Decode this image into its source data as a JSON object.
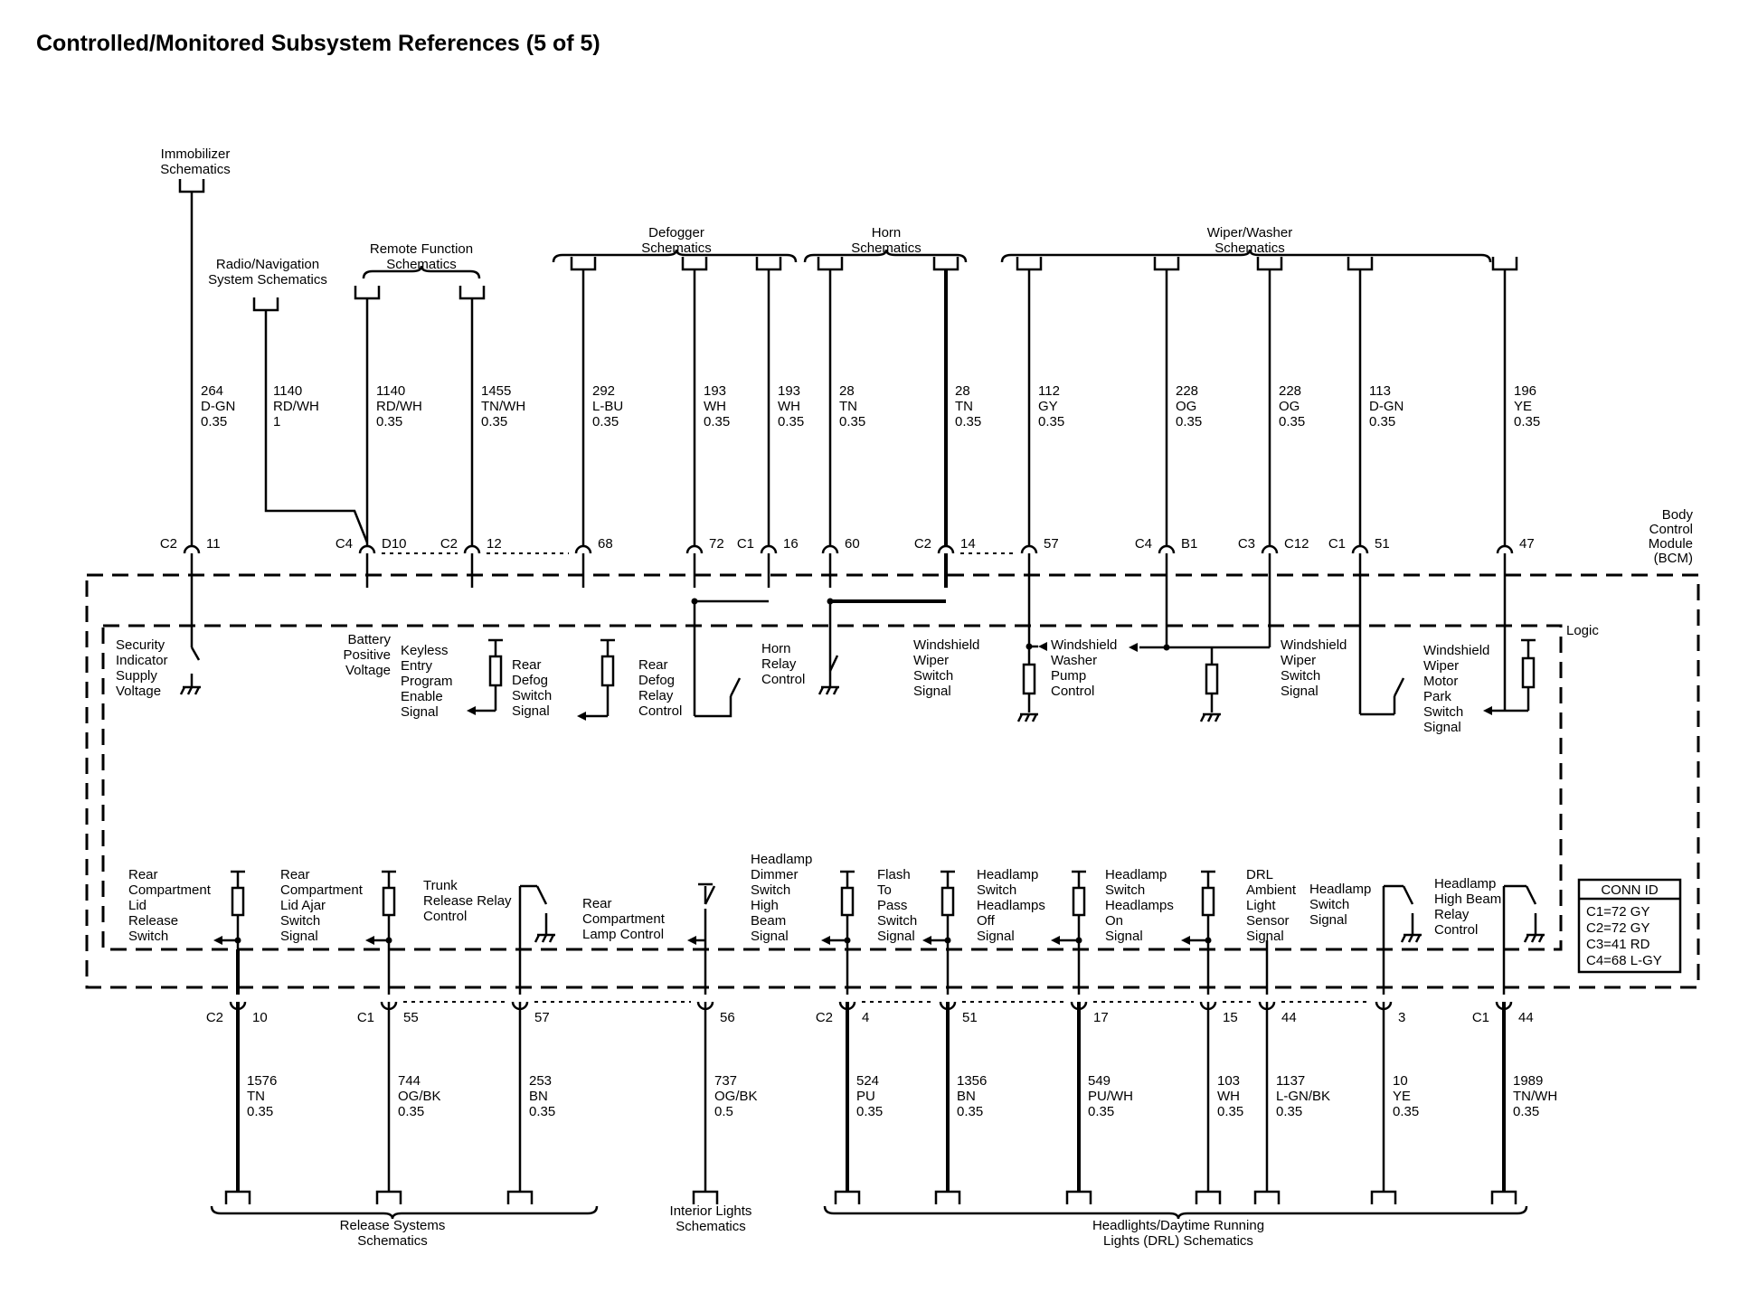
{
  "title": "Controlled/Monitored Subsystem References (5 of 5)",
  "module_label": [
    "Body",
    "Control",
    "Module",
    "(BCM)"
  ],
  "logic_label": "Logic",
  "conn_id": {
    "title": "CONN ID",
    "rows": [
      "C1=72 GY",
      "C2=72 GY",
      "C3=41 RD",
      "C4=68 L-GY"
    ]
  },
  "top_refs": [
    {
      "lines": [
        "Immobilizer",
        "Schematics"
      ]
    },
    {
      "lines": [
        "Radio/Navigation",
        "System Schematics"
      ]
    },
    {
      "lines": [
        "Remote Function",
        "Schematics"
      ]
    },
    {
      "lines": [
        "Defogger",
        "Schematics"
      ]
    },
    {
      "lines": [
        "Horn",
        "Schematics"
      ]
    },
    {
      "lines": [
        "Wiper/Washer",
        "Schematics"
      ]
    }
  ],
  "bottom_refs": [
    {
      "lines": [
        "Release Systems",
        "Schematics"
      ]
    },
    {
      "lines": [
        "Interior Lights",
        "Schematics"
      ]
    },
    {
      "lines": [
        "Headlights/Daytime Running",
        "Lights (DRL) Schematics"
      ]
    }
  ],
  "top_wires": [
    {
      "circuit": [
        "264",
        "D-GN",
        "0.35"
      ],
      "conn": "C2",
      "pin": "11"
    },
    {
      "circuit": [
        "1140",
        "RD/WH",
        "1"
      ],
      "conn": "",
      "pin": ""
    },
    {
      "circuit": [
        "1140",
        "RD/WH",
        "0.35"
      ],
      "conn": "C4",
      "pin": "D10"
    },
    {
      "circuit": [
        "1455",
        "TN/WH",
        "0.35"
      ],
      "conn": "C2",
      "pin": "12"
    },
    {
      "circuit": [
        "292",
        "L-BU",
        "0.35"
      ],
      "conn": "",
      "pin": "68"
    },
    {
      "circuit": [
        "193",
        "WH",
        "0.35"
      ],
      "conn": "",
      "pin": "72"
    },
    {
      "circuit": [
        "193",
        "WH",
        "0.35"
      ],
      "conn": "C1",
      "pin": "16"
    },
    {
      "circuit": [
        "28",
        "TN",
        "0.35"
      ],
      "conn": "",
      "pin": "60"
    },
    {
      "circuit": [
        "28",
        "TN",
        "0.35"
      ],
      "conn": "C2",
      "pin": "14"
    },
    {
      "circuit": [
        "112",
        "GY",
        "0.35"
      ],
      "conn": "",
      "pin": "57"
    },
    {
      "circuit": [
        "228",
        "OG",
        "0.35"
      ],
      "conn": "C4",
      "pin": "B1"
    },
    {
      "circuit": [
        "228",
        "OG",
        "0.35"
      ],
      "conn": "C3",
      "pin": "C12"
    },
    {
      "circuit": [
        "113",
        "D-GN",
        "0.35"
      ],
      "conn": "C1",
      "pin": "51"
    },
    {
      "circuit": [
        "196",
        "YE",
        "0.35"
      ],
      "conn": "",
      "pin": "47"
    }
  ],
  "bottom_wires": [
    {
      "circuit": [
        "1576",
        "TN",
        "0.35"
      ],
      "conn": "C2",
      "pin": "10"
    },
    {
      "circuit": [
        "744",
        "OG/BK",
        "0.35"
      ],
      "conn": "C1",
      "pin": "55"
    },
    {
      "circuit": [
        "253",
        "BN",
        "0.35"
      ],
      "conn": "",
      "pin": "57"
    },
    {
      "circuit": [
        "737",
        "OG/BK",
        "0.5"
      ],
      "conn": "",
      "pin": "56"
    },
    {
      "circuit": [
        "524",
        "PU",
        "0.35"
      ],
      "conn": "C2",
      "pin": "4"
    },
    {
      "circuit": [
        "1356",
        "BN",
        "0.35"
      ],
      "conn": "",
      "pin": "51"
    },
    {
      "circuit": [
        "549",
        "PU/WH",
        "0.35"
      ],
      "conn": "",
      "pin": "17"
    },
    {
      "circuit": [
        "103",
        "WH",
        "0.35"
      ],
      "conn": "",
      "pin": "15"
    },
    {
      "circuit": [
        "1137",
        "L-GN/BK",
        "0.35"
      ],
      "conn": "",
      "pin": "44"
    },
    {
      "circuit": [
        "10",
        "YE",
        "0.35"
      ],
      "conn": "",
      "pin": "3"
    },
    {
      "circuit": [
        "1989",
        "TN/WH",
        "0.35"
      ],
      "conn": "C1",
      "pin": "44"
    }
  ],
  "top_functions": [
    {
      "lines": [
        "Security",
        "Indicator",
        "Supply",
        "Voltage"
      ]
    },
    {
      "lines": [
        "Battery",
        "Positive",
        "Voltage"
      ]
    },
    {
      "lines": [
        "Keyless",
        "Entry",
        "Program",
        "Enable",
        "Signal"
      ]
    },
    {
      "lines": [
        "Rear",
        "Defog",
        "Switch",
        "Signal"
      ]
    },
    {
      "lines": [
        "Rear",
        "Defog",
        "Relay",
        "Control"
      ]
    },
    {
      "lines": [
        "Horn",
        "Relay",
        "Control"
      ]
    },
    {
      "lines": [
        "Windshield",
        "Wiper",
        "Switch",
        "Signal"
      ]
    },
    {
      "lines": [
        "Windshield",
        "Washer",
        "Pump",
        "Control"
      ]
    },
    {
      "lines": [
        "Windshield",
        "Wiper",
        "Switch",
        "Signal"
      ]
    },
    {
      "lines": [
        "Windshield",
        "Wiper",
        "Motor",
        "Park",
        "Switch",
        "Signal"
      ]
    }
  ],
  "bottom_functions": [
    {
      "lines": [
        "Rear",
        "Compartment",
        "Lid",
        "Release",
        "Switch"
      ]
    },
    {
      "lines": [
        "Rear",
        "Compartment",
        "Lid Ajar",
        "Switch",
        "Signal"
      ]
    },
    {
      "lines": [
        "Trunk",
        "Release Relay",
        "Control"
      ]
    },
    {
      "lines": [
        "Rear",
        "Compartment",
        "Lamp Control"
      ]
    },
    {
      "lines": [
        "Headlamp",
        "Dimmer",
        "Switch",
        "High",
        "Beam",
        "Signal"
      ]
    },
    {
      "lines": [
        "Flash",
        "To",
        "Pass",
        "Switch",
        "Signal"
      ]
    },
    {
      "lines": [
        "Headlamp",
        "Switch",
        "Headlamps",
        "Off",
        "Signal"
      ]
    },
    {
      "lines": [
        "Headlamp",
        "Switch",
        "Headlamps",
        "On",
        "Signal"
      ]
    },
    {
      "lines": [
        "DRL",
        "Ambient",
        "Light",
        "Sensor",
        "Signal"
      ]
    },
    {
      "lines": [
        "Headlamp",
        "Switch",
        "Signal"
      ]
    },
    {
      "lines": [
        "Headlamp",
        "High Beam",
        "Relay",
        "Control"
      ]
    }
  ]
}
